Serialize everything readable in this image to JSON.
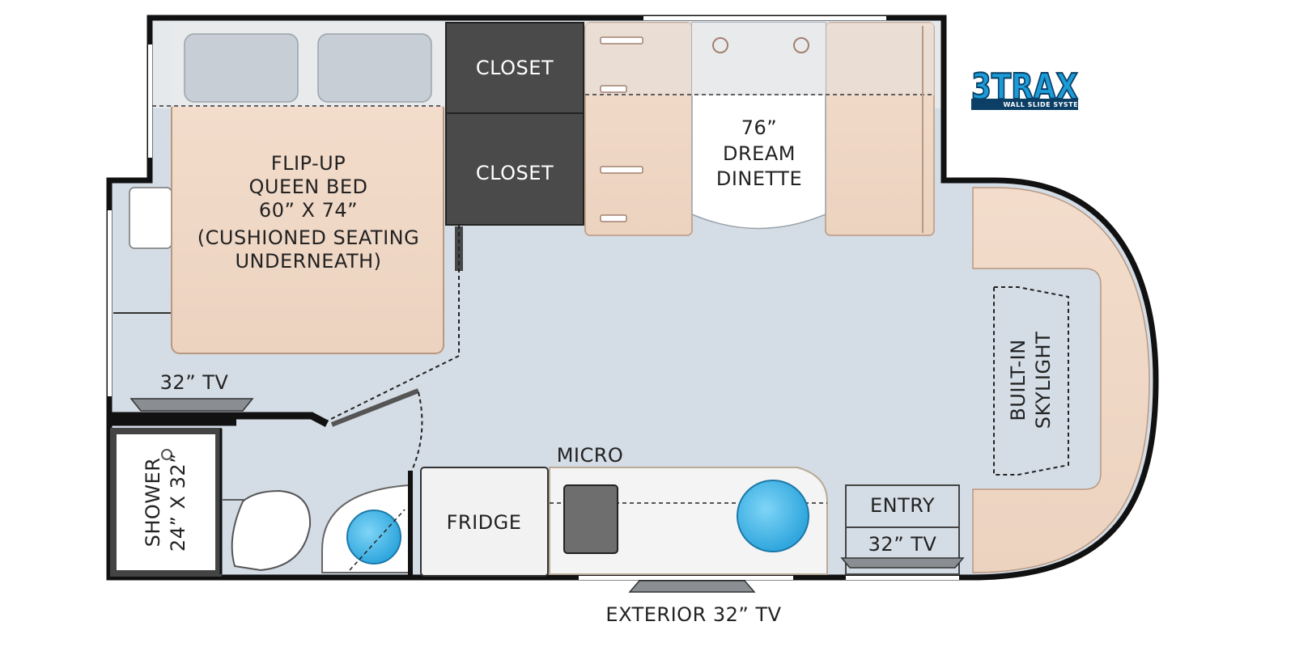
{
  "labels": {
    "closet_top": "CLOSET",
    "closet_bottom": "CLOSET",
    "bed_line1": "FLIP-UP",
    "bed_line2": "QUEEN BED",
    "bed_line3": "60” X 74”",
    "bed_line4": "(CUSHIONED SEATING",
    "bed_line5": "UNDERNEATH)",
    "dinette_line1": "76”",
    "dinette_line2": "DREAM",
    "dinette_line3": "DINETTE",
    "skylight_line1": "BUILT-IN",
    "skylight_line2": "SKYLIGHT",
    "tv_bedroom": "32” TV",
    "shower_line1": "SHOWER",
    "shower_line2": "24” X 32”",
    "fridge": "FRIDGE",
    "micro": "MICRO",
    "entry": "ENTRY",
    "tv_entry": "32” TV",
    "tv_exterior": "EXTERIOR 32” TV"
  },
  "logo": {
    "big": "3TRAX",
    "small": "WALL SLIDE SYSTEM"
  },
  "colors": {
    "floor": "#d4dce5",
    "wall": "#111111",
    "cushion": "#f0d9c8",
    "closet": "#4a4a4a",
    "sink": "#5bc4f0",
    "logo_blue": "#1b9bd7"
  }
}
